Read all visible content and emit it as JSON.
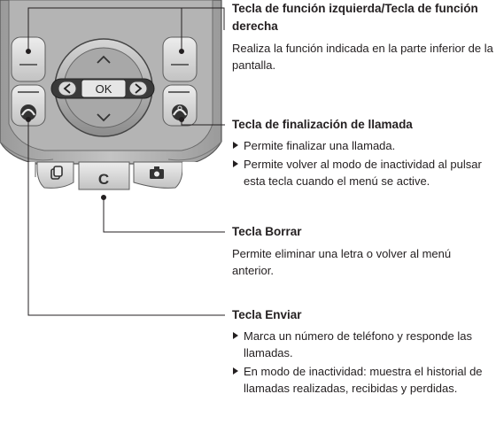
{
  "phone": {
    "ok_label": "OK",
    "clear_key_label": "C"
  },
  "callouts": [
    {
      "title": "Tecla de función izquierda/Tecla de función derecha",
      "description": "Realiza la función indicada en la parte inferior de la pantalla."
    },
    {
      "title": "Tecla de finalización de llamada",
      "bullets": [
        "Permite finalizar una llamada.",
        "Permite volver al modo de inactividad al pulsar esta tecla cuando el menú se active."
      ]
    },
    {
      "title": "Tecla Borrar",
      "description": "Permite eliminar una letra o volver al menú anterior."
    },
    {
      "title": "Tecla Enviar",
      "bullets": [
        "Marca un número de teléfono y responde las llamadas.",
        "En modo de inactividad: muestra el historial de llamadas realizadas, recibidas y perdidas."
      ]
    }
  ]
}
